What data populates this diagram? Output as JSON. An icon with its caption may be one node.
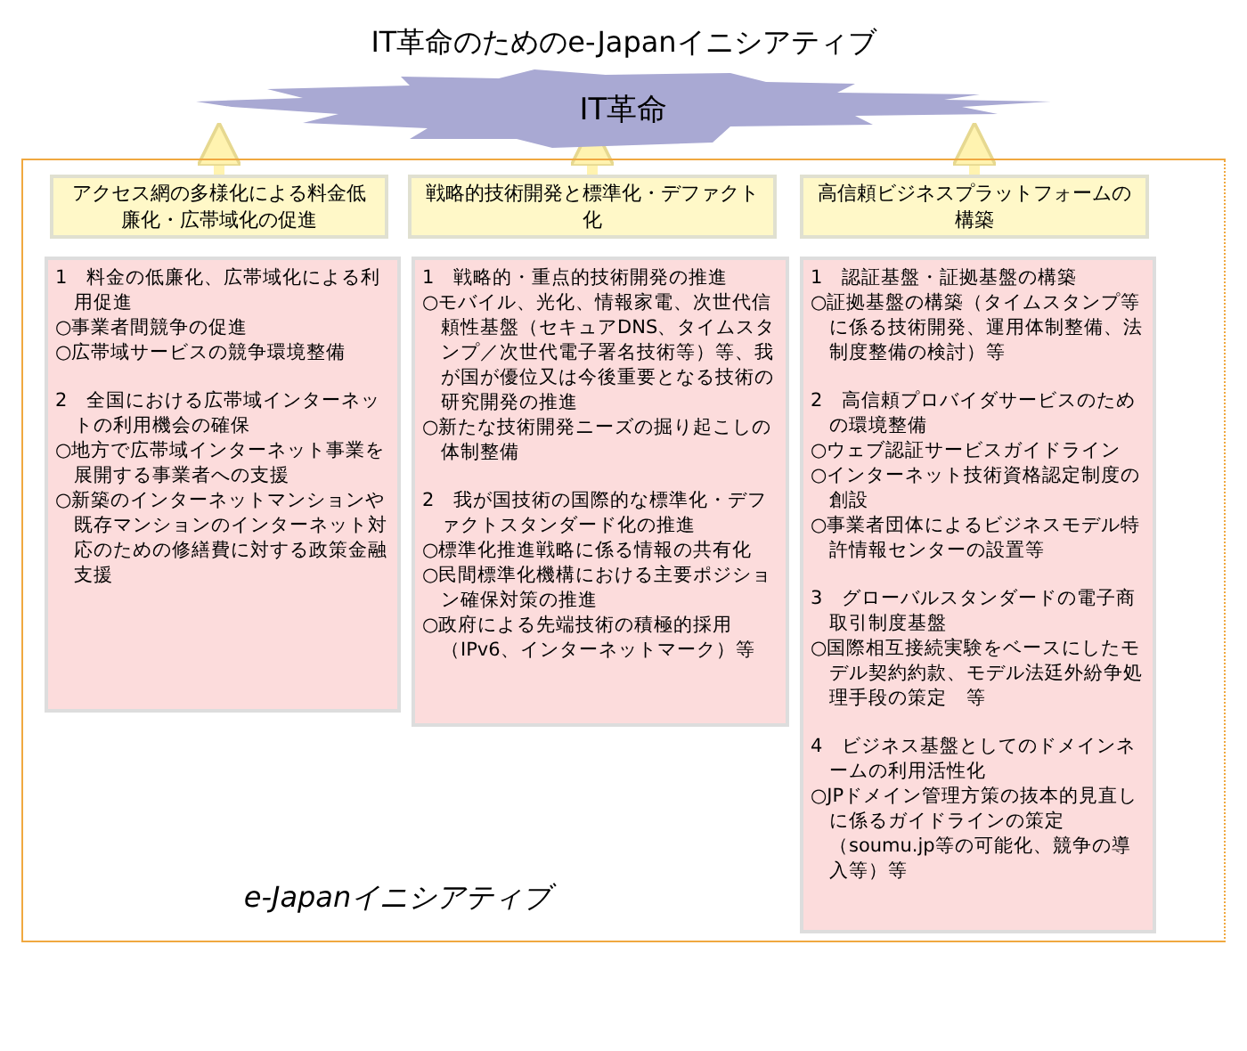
{
  "diagram": {
    "title": "IT革命のためのe-Japanイニシアティブ",
    "nodes": [
      {
        "text": [
          "IT革命"
        ]
      },
      {
        "text": [
          "e-Japanイニシアティブ"
        ]
      },
      {
        "text": [
          "アクセス網の多様化による料金低廉化・広帯域化の促進"
        ],
        "in": 1
      },
      {
        "text": [
          "1　料金の低廉化、広帯域化による利用促進",
          "○事業者間競争の促進",
          "○広帯域サービスの競争環境整備",
          "2　全国における広帯域インターネットの利用機会の確保",
          "○地方で広帯域インターネット事業を展開する事業者への支援",
          "○新築のインターネットマンションや既存マンションのインターネット対応のための修繕費に対する政策金融支援"
        ],
        "in": 1
      },
      {
        "text": [
          "戦略的技術開発と標準化・デファクト化"
        ],
        "in": 1
      },
      {
        "text": [
          "1　戦略的・重点的技術開発の推進",
          "○モバイル、光化、情報家電、次世代信頼性基盤（セキュアDNS、タイムスタンプ／次世代電子署名技術等）等、我が国が優位又は今後重要となる技術の研究開発の推進",
          "○新たな技術開発ニーズの掘り起こしの体制整備",
          "2　我が国技術の国際的な標準化・デファクトスタンダード化の推進",
          "○標準化推進戦略に係る情報の共有化",
          "○民間標準化機構における主要ポジション確保対策の推進",
          "○政府による先端技術の積極的採用（IPv6、インターネットマーク）等"
        ],
        "in": 1
      },
      {
        "text": [
          "高信頼ビジネスプラットフォームの構築"
        ],
        "in": 1
      },
      {
        "text": [
          "1　認証基盤・証拠基盤の構築",
          "○証拠基盤の構築（タイムスタンプ等に係る技術開発、運用体制整備、法制度整備の検討）等",
          "2　高信頼プロバイダサービスのための環境整備",
          "○ウェブ認証サービスガイドライン",
          "○インターネット技術資格認定制度の創設",
          "○事業者団体によるビジネスモデル特許情報センターの設置等",
          "3　グローバルスタンダードの電子商取引制度基盤",
          "○国際相互接続実験をベースにしたモデル契約約款、モデル法廷外紛争処理手段の策定　等",
          "4　ビジネス基盤としてのドメインネームの利用活性化",
          "○JPドメイン管理方策の抜本的見直しに係るガイドラインの策定（soumu.jp等の可能化、競争の導入等）等"
        ],
        "in": 1
      }
    ],
    "edges": [
      {
        "from": 2,
        "to": 0,
        "arrow": "to"
      },
      {
        "from": 4,
        "to": 0,
        "arrow": "to"
      },
      {
        "from": 6,
        "to": 0,
        "arrow": "to"
      }
    ]
  }
}
